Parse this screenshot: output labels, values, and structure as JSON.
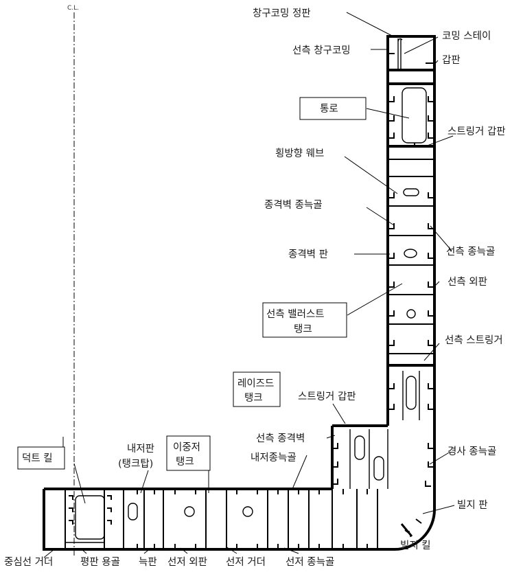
{
  "diagram": {
    "centerline": "C.L.",
    "labels": {
      "hatch_coaming_top_plate": "창구코밍 정판",
      "coaming_stay": "코밍 스테이",
      "side_hatch_coaming": "선측 창구코밍",
      "deck_plate": "갑판",
      "passageway": "통로",
      "stringer_deck_upper": "스트링거 갑판",
      "transverse_web": "횡방향 웨브",
      "longitudinal_bulkhead_longitudinal": "종격벽 종늑골",
      "side_longitudinal": "선측 종늑골",
      "longitudinal_bulkhead_plate": "종격벽 판",
      "side_shell": "선측 외판",
      "side_ballast_tank_line1": "선측 밸러스트",
      "side_ballast_tank_line2": "탱크",
      "side_stringer": "선측 스트링거",
      "raised_tank_line1": "레이즈드",
      "raised_tank_line2": "탱크",
      "stringer_deck_lower": "스트링거 갑판",
      "side_longitudinal_bulkhead": "선측 종격벽",
      "double_bottom_tank_line1": "이중저",
      "double_bottom_tank_line2": "탱크",
      "inner_bottom_longitudinal": "내저종늑골",
      "inner_bottom_line1": "내저판",
      "inner_bottom_line2": "(탱크탑)",
      "duct_keel": "덕트 킬",
      "hopper_longitudinal": "경사 종늑골",
      "bilge_plate": "빌지 판",
      "bilge_keel": "빌지 킬",
      "centre_girder": "중심선 거더",
      "flat_plate_keel": "평판 용골",
      "floor": "늑판",
      "bottom_shell": "선저 외판",
      "bottom_girder": "선저 거더",
      "bottom_longitudinal": "선저 종늑골"
    }
  }
}
